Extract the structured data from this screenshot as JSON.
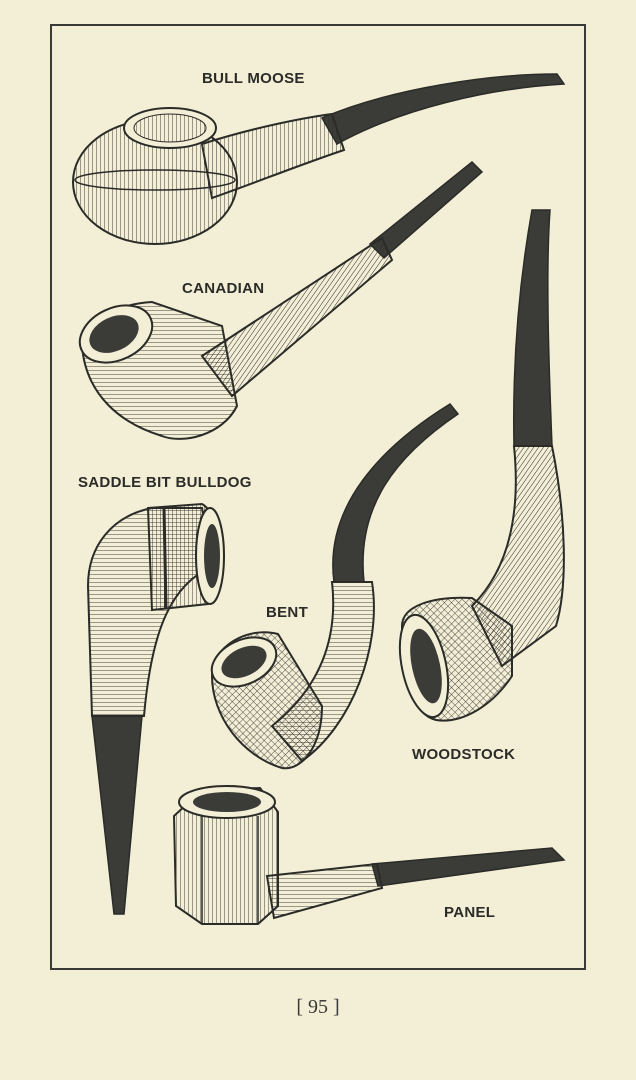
{
  "labels": {
    "bull_moose": "BULL MOOSE",
    "canadian": "CANADIAN",
    "saddle_bit_bulldog": "SADDLE BIT BULLDOG",
    "bent": "BENT",
    "woodstock": "WOODSTOCK",
    "panel": "PANEL"
  },
  "page_number": "[ 95 ]",
  "colors": {
    "paper": "#f3eed6",
    "ink": "#2b2b28",
    "stem": "#3b3b38"
  }
}
